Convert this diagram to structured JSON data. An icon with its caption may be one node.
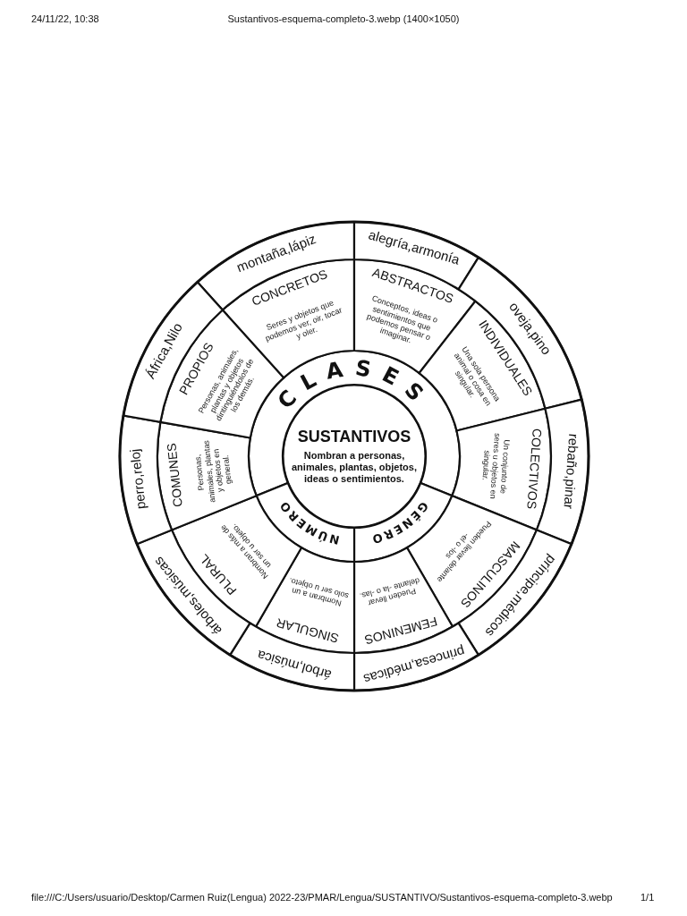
{
  "diagram": {
    "nodes": [
      {
        "text": [
          "SUSTANTIVOS",
          "Nombran a personas, animales, plantas, objetos, ideas o sentimientos."
        ]
      },
      {
        "text": [
          "CLASES"
        ]
      },
      {
        "text": [
          "GÉNERO"
        ]
      },
      {
        "text": [
          "NÚMERO"
        ]
      },
      {
        "text": [
          "CONCRETOS",
          "Seres y objetos que podemos ver, oir, tocar y oler."
        ]
      },
      {
        "text": [
          "ABSTRACTOS",
          "Conceptos, ideas o sentimientos que podemos pensar o imaginar."
        ]
      },
      {
        "text": [
          "INDIVIDUALES",
          "Una sola persona animal o cosa en singular."
        ]
      },
      {
        "text": [
          "COLECTIVOS",
          "Un conjunto de seres u objetos en singular."
        ]
      },
      {
        "text": [
          "MASCULINOS",
          "Pueden llevar delante -el o -los"
        ]
      },
      {
        "text": [
          "FEMENINOS",
          "Pueden llevar delante -la o -las."
        ]
      },
      {
        "text": [
          "SINGULAR",
          "Nombran a un solo ser u objeto."
        ]
      },
      {
        "text": [
          "PLURAL",
          "Nombran a más de un ser u objeto."
        ]
      },
      {
        "text": [
          "COMUNES",
          "Personas, animales, plantas y objetos en general."
        ]
      },
      {
        "text": [
          "PROPIOS",
          "Personas, animales, plantas y objetos dintinguiéndolos de los demás."
        ]
      },
      {
        "text": [
          "montaña,lápiz"
        ]
      },
      {
        "text": [
          "alegría,armonía"
        ]
      },
      {
        "text": [
          "oveja,pino"
        ]
      },
      {
        "text": [
          "rebaño,pinar"
        ]
      },
      {
        "text": [
          "príncipe,médicos"
        ]
      },
      {
        "text": [
          "princesa,médicas"
        ]
      },
      {
        "text": [
          "árbol,música"
        ]
      },
      {
        "text": [
          "árboles,músicas"
        ]
      },
      {
        "text": [
          "perro,reloj"
        ]
      },
      {
        "text": [
          "África,Nilo"
        ]
      }
    ],
    "labels": [
      "24/11/22, 10:38",
      "Sustantivos-esquema-completo-3.webp (1400×1050)",
      "file:///C:/Users/usuario/Desktop/Carmen Ruiz(Lengua) 2022-23/PMAR/Lengua/SUSTANTIVO/Sustantivos-esquema-completo-3.webp",
      "1/1"
    ]
  }
}
